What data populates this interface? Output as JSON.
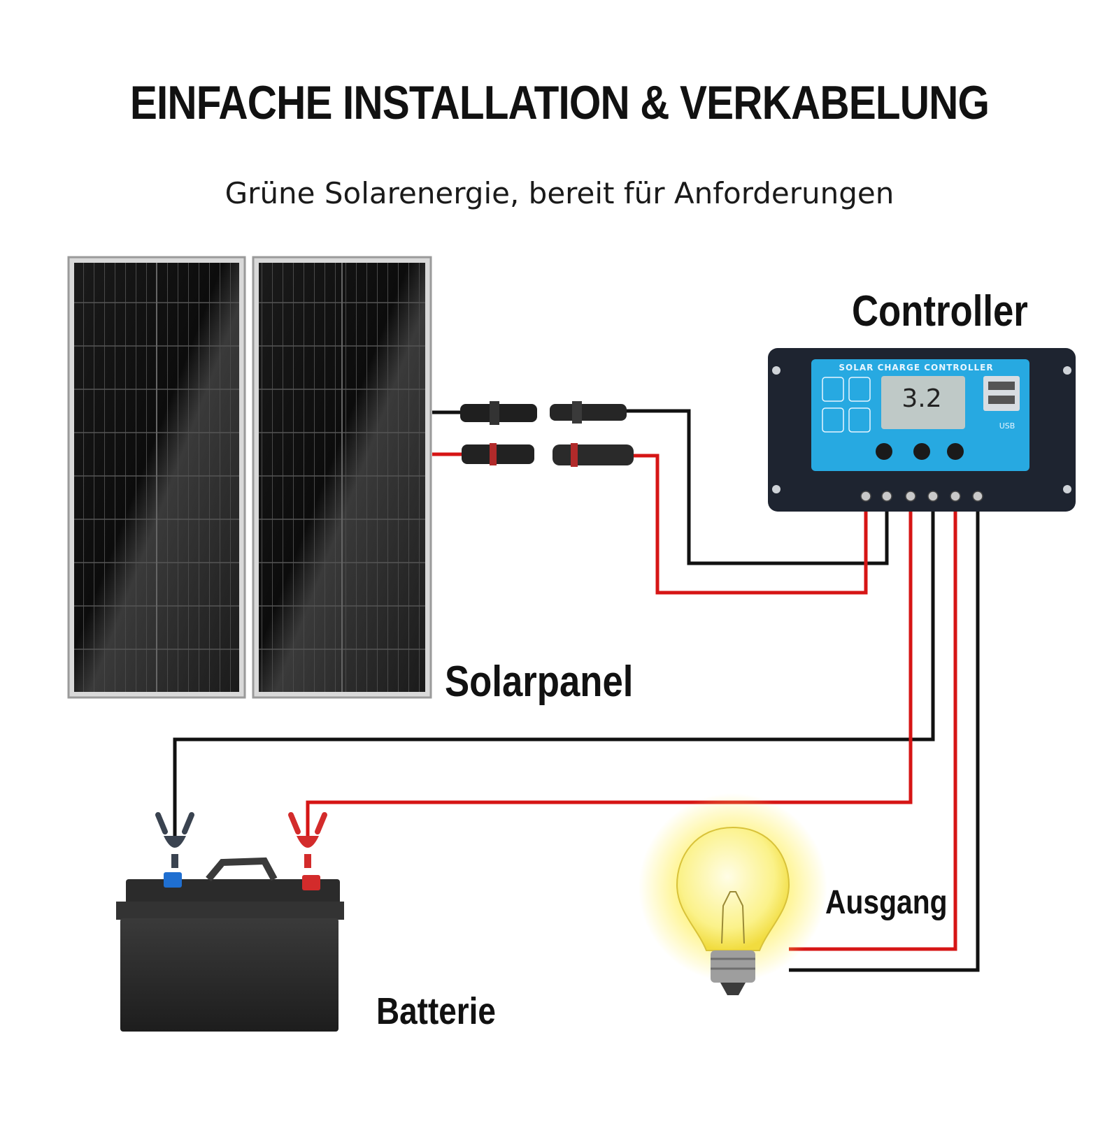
{
  "header": {
    "title": "EINFACHE INSTALLATION & VERKABELUNG",
    "subtitle": "Grüne Solarenergie, bereit für Anforderungen"
  },
  "labels": {
    "controller": "Controller",
    "solar_panel": "Solarpanel",
    "battery": "Batterie",
    "output": "Ausgang"
  },
  "controller": {
    "header_text": "SOLAR CHARGE CONTROLLER",
    "display_value": "3.2",
    "usb_label": "USB"
  },
  "colors": {
    "positive_wire": "#d61515",
    "negative_wire": "#111111",
    "controller_panel": "#27a9e1",
    "controller_body": "#1e2430",
    "bulb_glow": "#fff16a"
  },
  "icons": [
    "solar-panel-icon",
    "connector-icon",
    "charge-controller-icon",
    "battery-icon",
    "light-bulb-icon",
    "clamp-icon"
  ]
}
